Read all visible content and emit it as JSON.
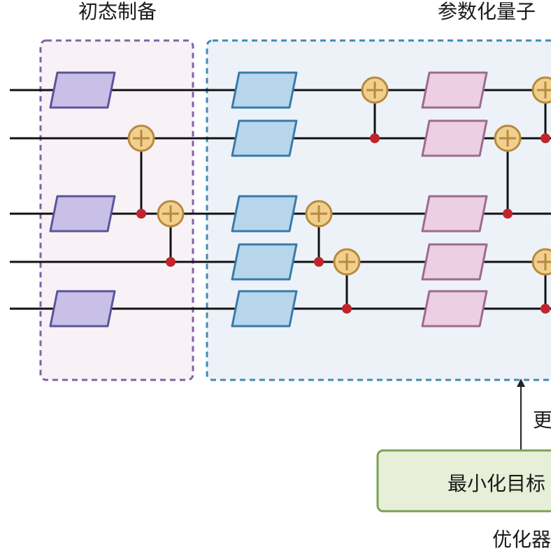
{
  "labels": {
    "initial_state": "初态制备",
    "parameterized_circuit": "参数化量子",
    "update": "更",
    "minimize_objective": "最小化目标",
    "optimizer": "优化器"
  },
  "colors": {
    "wire": "#111111",
    "init_box_border": "#7e63a8",
    "init_box_fill": "#f8f2f7",
    "param_box_border": "#3f8ab5",
    "param_box_fill": "#edf2f8",
    "init_gate_fill": "#c8c0e6",
    "init_gate_border": "#5b5499",
    "param_gate_fill": "#b7d6ec",
    "param_gate_border": "#3a79a8",
    "pink_gate_fill": "#eccfe2",
    "pink_gate_border": "#9c6a90",
    "cnot_target_fill": "#f1cf8f",
    "cnot_target_border": "#b78a3c",
    "control_dot": "#c0242c",
    "optimizer_fill": "#e7efd8",
    "optimizer_border": "#78a255",
    "arrow": "#222222"
  },
  "circuit": {
    "qubits": 5,
    "gates": [
      {
        "kind": "init",
        "qubit": 0
      },
      {
        "kind": "init",
        "qubit": 2
      },
      {
        "kind": "init",
        "qubit": 4
      },
      {
        "kind": "param",
        "qubit": 0
      },
      {
        "kind": "param",
        "qubit": 1
      },
      {
        "kind": "param",
        "qubit": 2
      },
      {
        "kind": "param",
        "qubit": 3
      },
      {
        "kind": "param",
        "qubit": 4
      },
      {
        "kind": "pink",
        "qubit": 0
      },
      {
        "kind": "pink",
        "qubit": 1
      },
      {
        "kind": "pink",
        "qubit": 2
      },
      {
        "kind": "pink",
        "qubit": 3
      },
      {
        "kind": "pink",
        "qubit": 4
      }
    ],
    "cnots": [
      {
        "control": 3,
        "target": 2
      },
      {
        "control": 2,
        "target": 1
      },
      {
        "control": 1,
        "target": 0
      },
      {
        "control": 4,
        "target": 3
      },
      {
        "control": 3,
        "target": 2
      },
      {
        "control": 1,
        "target": 0
      },
      {
        "control": 2,
        "target": 1
      },
      {
        "control": 4,
        "target": 3
      }
    ]
  }
}
